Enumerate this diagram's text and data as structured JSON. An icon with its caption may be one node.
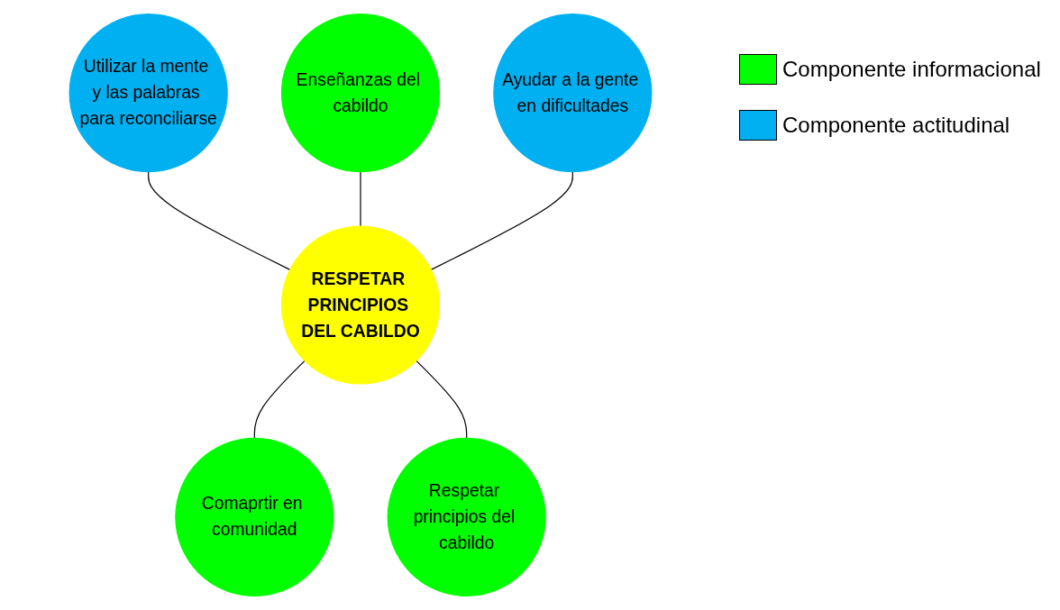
{
  "diagram": {
    "nodes": [
      {
        "text": [
          "RESPETAR PRINCIPIOS DEL CABILDO"
        ]
      },
      {
        "text": [
          "Utilizar la mente y las palabras para reconciliarse"
        ]
      },
      {
        "text": [
          "Enseñanzas del cabildo"
        ]
      },
      {
        "text": [
          "Ayudar a la gente en dificultades"
        ]
      },
      {
        "text": [
          "Comaprtir en comunidad"
        ]
      },
      {
        "text": [
          "Respetar principios del cabildo"
        ]
      }
    ],
    "edges": [
      {
        "from": 1,
        "to": 0,
        "arrow": "none"
      },
      {
        "from": 2,
        "to": 0,
        "arrow": "none"
      },
      {
        "from": 3,
        "to": 0,
        "arrow": "none"
      },
      {
        "from": 0,
        "to": 4,
        "arrow": "none"
      },
      {
        "from": 0,
        "to": 5,
        "arrow": "none"
      }
    ],
    "legend": [
      {
        "text": "Componente informacional",
        "color": "#00ff00"
      },
      {
        "text": "Componente actitudinal",
        "color": "#00b0f0"
      }
    ]
  }
}
